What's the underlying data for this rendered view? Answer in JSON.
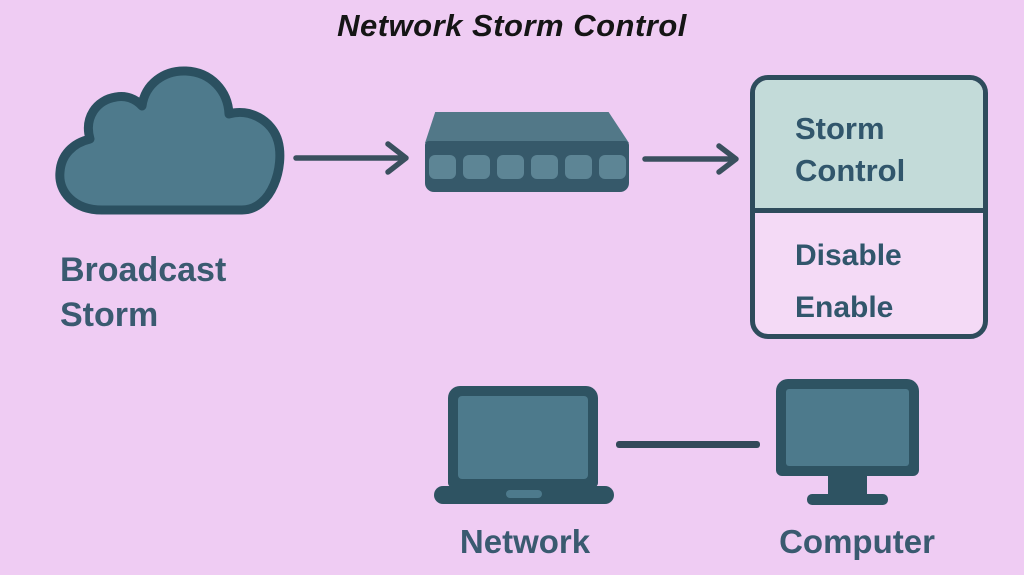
{
  "title": "Network Storm Control",
  "nodes": {
    "cloud": {
      "label": "Broadcast Storm",
      "icon": "cloud-icon"
    },
    "switch": {
      "icon": "network-switch-icon",
      "ports": 6
    },
    "laptop": {
      "label": "Network",
      "icon": "laptop-icon"
    },
    "monitor": {
      "label": "Computer",
      "icon": "monitor-icon"
    }
  },
  "storm_panel": {
    "header": "Storm Control",
    "options": [
      "Disable",
      "Enable"
    ]
  },
  "palette": {
    "background": "#efccf3",
    "icon_fill": "#4e7a8c",
    "icon_outline": "#2b5060",
    "switch_front": "#36596a",
    "switch_port": "#5d8595",
    "arrow": "#3a4f5e",
    "label_text": "#3a5a70",
    "title_text": "#151515",
    "panel_header_bg": "#c3dbd9",
    "panel_body_bg": "#f4daf6",
    "panel_border": "#2e4c5c"
  }
}
